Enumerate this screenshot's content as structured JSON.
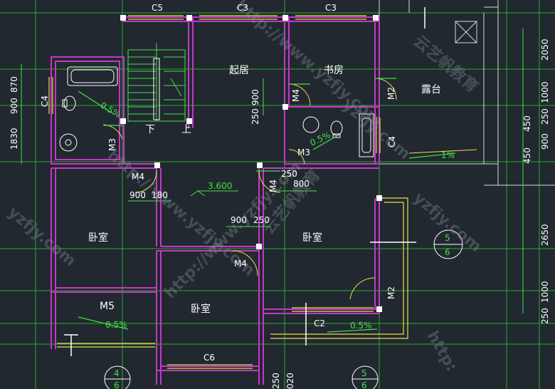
{
  "plan": {
    "rooms": {
      "living": "起居",
      "study": "书房",
      "terrace": "露台",
      "bedroom_left": "卧室",
      "bedroom_center": "卧室",
      "bedroom_right": "卧室",
      "stair_down": "下",
      "stair_up": "上"
    },
    "windows": {
      "c5": "C5",
      "c3a": "C3",
      "c3b": "C3",
      "c4a": "C4",
      "c4b": "C4",
      "c2": "C2",
      "c6": "C6"
    },
    "doors": {
      "m4a": "M4",
      "m4b": "M4",
      "m4c": "M4",
      "m4d": "M4",
      "m3a": "M3",
      "m3b": "M3",
      "m2a": "M2",
      "m2b": "M2",
      "m5": "M5"
    },
    "level": "3.600",
    "slopes": {
      "s1": "0.5%",
      "s2": "0.5%",
      "s3": "1%",
      "s4": "0.5%",
      "s5": "0.5%"
    },
    "dims": {
      "d900a": "900",
      "d180": "180",
      "d900b": "900",
      "d250a": "250",
      "d250b": "250",
      "d800": "800",
      "d250c": "250",
      "d900c": "900",
      "dl_870": "870",
      "dl_900": "900",
      "dl_1830": "1830",
      "dl_250": "250",
      "dl_020": "020"
    },
    "dims_right": {
      "r2050": "2050",
      "r1000": "1000",
      "r250": "250",
      "r900": "900",
      "r450a": "450",
      "r450b": "450",
      "r2650": "2650",
      "r1000b": "1000",
      "r250b": "250"
    },
    "axis_bubbles": {
      "b56a": "5",
      "b56b": "6",
      "b46a": "4",
      "b46b": "6",
      "b56c": "5",
      "b56d": "6"
    },
    "watermark": {
      "url": "http://www.yzfjy.com",
      "brand": "云艺帆教育",
      "short": "yzfjy.com",
      "http": "http:"
    }
  }
}
